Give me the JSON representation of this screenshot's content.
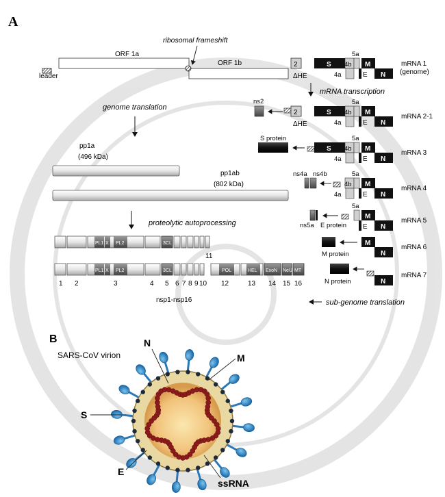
{
  "panels": {
    "a": "A",
    "b": "B"
  },
  "genome": {
    "leader": "leader",
    "orf1a": "ORF 1a",
    "orf1b": "ORF 1b",
    "frameshift": "ribosomal frameshift",
    "gene2": "2",
    "dhe": "ΔHE",
    "s": "S",
    "g4b": "4b",
    "g4a": "4a",
    "g5a": "5a",
    "e": "E",
    "m": "M",
    "n": "N",
    "mrna1": "mRNA 1",
    "genome_note": "(genome)"
  },
  "labels": {
    "mrna_transcription": "mRNA transcription",
    "genome_translation": "genome translation",
    "pp1a": "pp1a",
    "pp1a_kda": "(496 kDa)",
    "pp1ab": "pp1ab",
    "pp1ab_kda": "(802 kDa)",
    "proteolytic": "proteolytic autoprocessing",
    "nsp_range": "nsp1-nsp16",
    "sub_genome": "sub-genome translation",
    "ns2": "ns2",
    "s_protein": "S protein",
    "ns4a": "ns4a",
    "ns4b": "ns4b",
    "ns5a": "ns5a",
    "e_protein": "E protein",
    "m_protein": "M protein",
    "n_protein": "N protein"
  },
  "mrnas": [
    "mRNA 2-1",
    "mRNA 3",
    "mRNA 4",
    "mRNA 5",
    "mRNA 6",
    "mRNA 7"
  ],
  "domains": {
    "pl1": "PL1",
    "x": "X",
    "pl2": "PL2",
    "scl": "3CL",
    "pol": "POL",
    "hel": "HEL",
    "exon": "ExoN",
    "neu": "NeU",
    "mt": "MT"
  },
  "nsp_numbers": [
    "1",
    "2",
    "3",
    "4",
    "5",
    "6",
    "7",
    "8",
    "9",
    "10",
    "11",
    "12",
    "13",
    "14",
    "15",
    "16"
  ],
  "virion": {
    "title": "SARS-CoV virion",
    "n": "N",
    "m": "M",
    "s": "S",
    "e": "E",
    "ssrna": "ssRNA"
  },
  "colors": {
    "black": "#111111",
    "gray_box": "#cfcfcf",
    "domain_dark": "#6a6a6a",
    "spike": "#2f8ccf",
    "envelope": "#e8d39a",
    "core": "#f3c784",
    "rna": "#8b1a1a"
  }
}
